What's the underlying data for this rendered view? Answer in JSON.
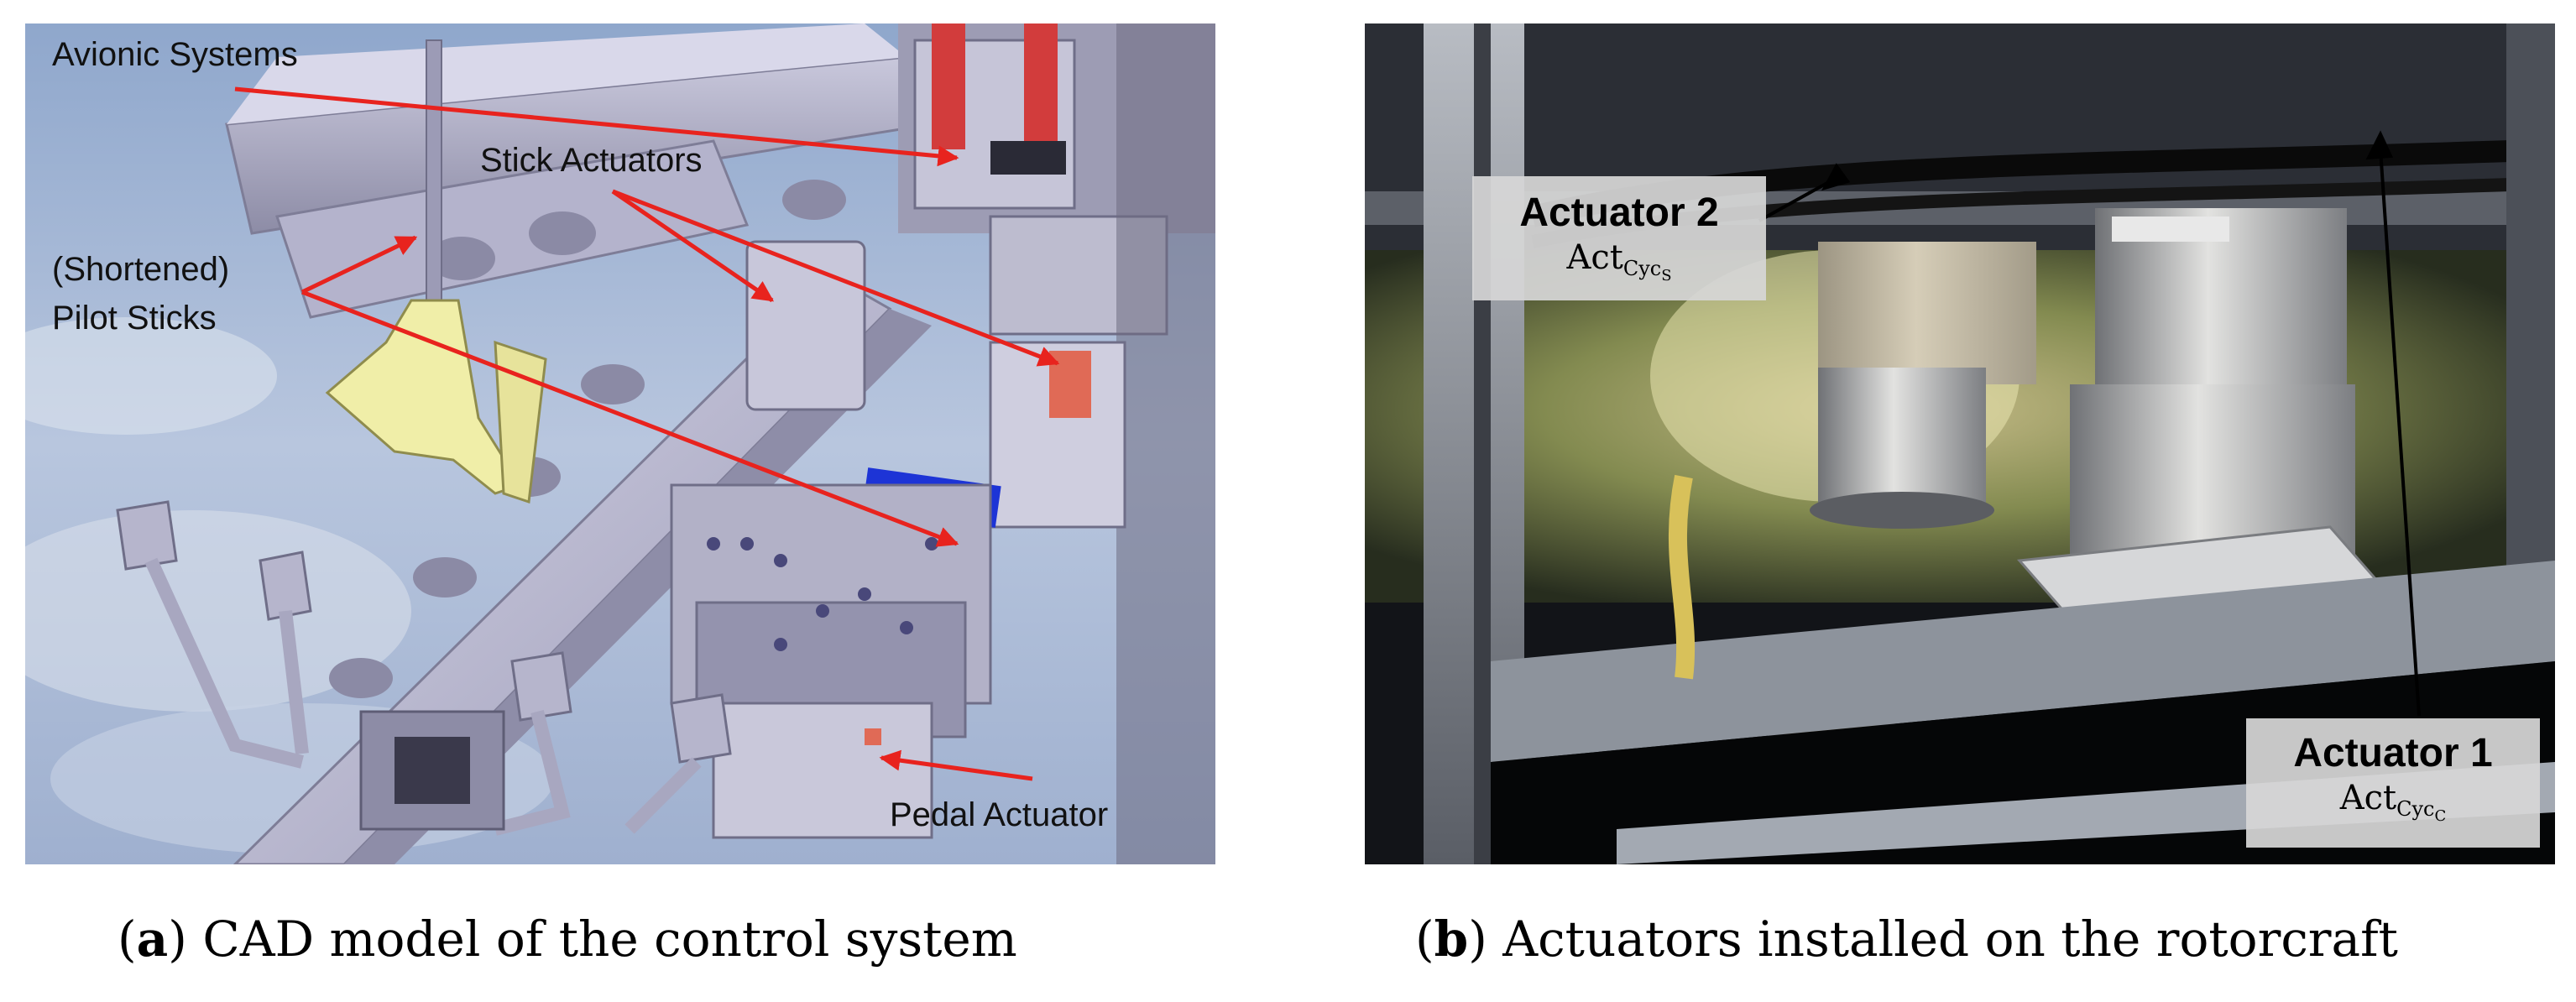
{
  "panel_a": {
    "labels": {
      "avionic": "Avionic Systems",
      "stick_actuators": "Stick Actuators",
      "shortened": "(Shortened)",
      "pilot_sticks": "Pilot Sticks",
      "pedal_actuator": "Pedal Actuator"
    },
    "caption": {
      "letter": "a",
      "text": "CAD model of the control system"
    }
  },
  "panel_b": {
    "actuator2": {
      "title": "Actuator 2",
      "sym": "Act",
      "sub": "Cyc",
      "subsub": "S"
    },
    "actuator1": {
      "title": "Actuator 1",
      "sym": "Act",
      "sub": "Cyc",
      "subsub": "C"
    },
    "caption": {
      "letter": "b",
      "text": "Actuators installed on the rotorcraft"
    }
  },
  "colors": {
    "arrow_red": "#e8231e",
    "frame_lavender": "#b9b7d3",
    "sky": "#a9b9d6"
  }
}
